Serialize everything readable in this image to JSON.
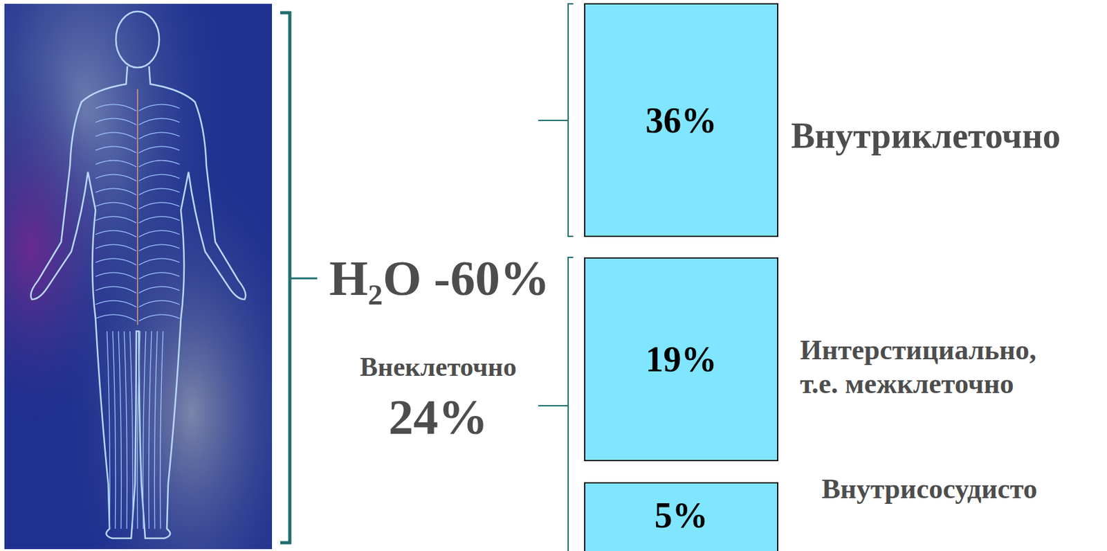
{
  "diagram": {
    "nodes": [
      {
        "text": [
          "36%"
        ]
      },
      {
        "text": [
          "19%"
        ]
      },
      {
        "text": [
          "5%"
        ]
      }
    ],
    "labels": [
      "H₂O -60%",
      "Внеклеточно",
      "24%",
      "Внутриклеточно",
      "Интерстициально, т.е. межклеточно",
      "Внутрисосудисто"
    ]
  }
}
